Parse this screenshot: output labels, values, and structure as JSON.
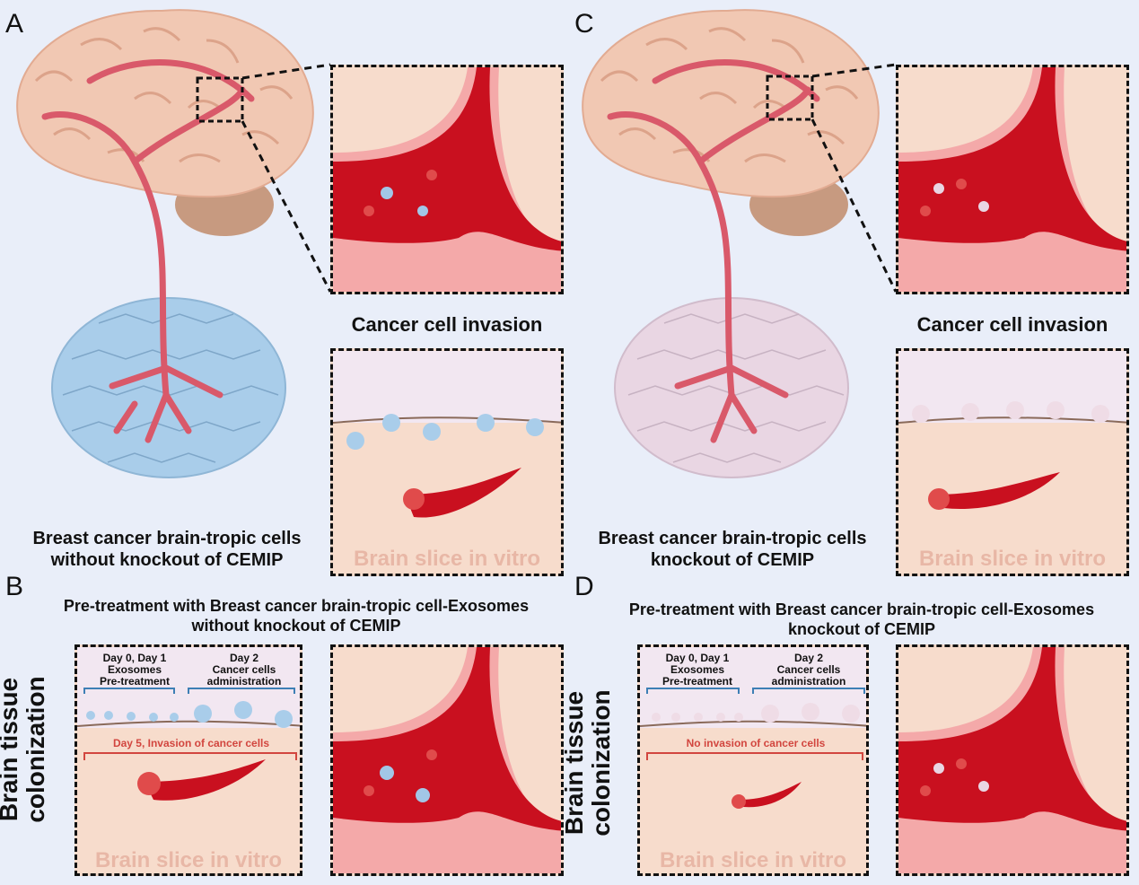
{
  "panels": {
    "A": {
      "letter": "A",
      "caption_line1": "Breast cancer brain-tropic cells",
      "caption_line2": "without knockout of CEMIP"
    },
    "B": {
      "letter": "B",
      "title_line1": "Pre-treatment with Breast cancer brain-tropic cell-Exosomes",
      "title_line2": "without knockout of CEMIP",
      "timeline": {
        "phase1": [
          "Day 0, Day 1",
          "Exosomes",
          "Pre-treatment"
        ],
        "phase2": [
          "Day 2",
          "Cancer cells",
          "administration"
        ],
        "result": "Day 5, Invasion of cancer cells"
      }
    },
    "C": {
      "letter": "C",
      "caption_line1": "Breast cancer brain-tropic cells",
      "caption_line2": "knockout of CEMIP"
    },
    "D": {
      "letter": "D",
      "title_line1": "Pre-treatment with Breast cancer brain-tropic cell-Exosomes",
      "title_line2": "knockout of CEMIP",
      "timeline": {
        "phase1": [
          "Day 0, Day 1",
          "Exosomes",
          "Pre-treatment"
        ],
        "phase2": [
          "Day 2",
          "Cancer cells",
          "administration"
        ],
        "result": "No invasion of cancer cells"
      }
    }
  },
  "labels": {
    "cancer_cell_invasion": "Cancer cell invasion",
    "brain_slice": "Brain slice in vitro",
    "brain_tissue": "Brain tissue",
    "colonization": "colonization"
  },
  "colors": {
    "background": "#e9eef9",
    "brain": "#f1c8b3",
    "vessel": "#c9101f",
    "tumor_with_cemip": "#a9cdea",
    "tumor_knockout": "#e9d6e3",
    "slice_tissue": "#f7dccc",
    "slice_label": "#e8b7a6",
    "invasion_text": "#d2463f"
  }
}
